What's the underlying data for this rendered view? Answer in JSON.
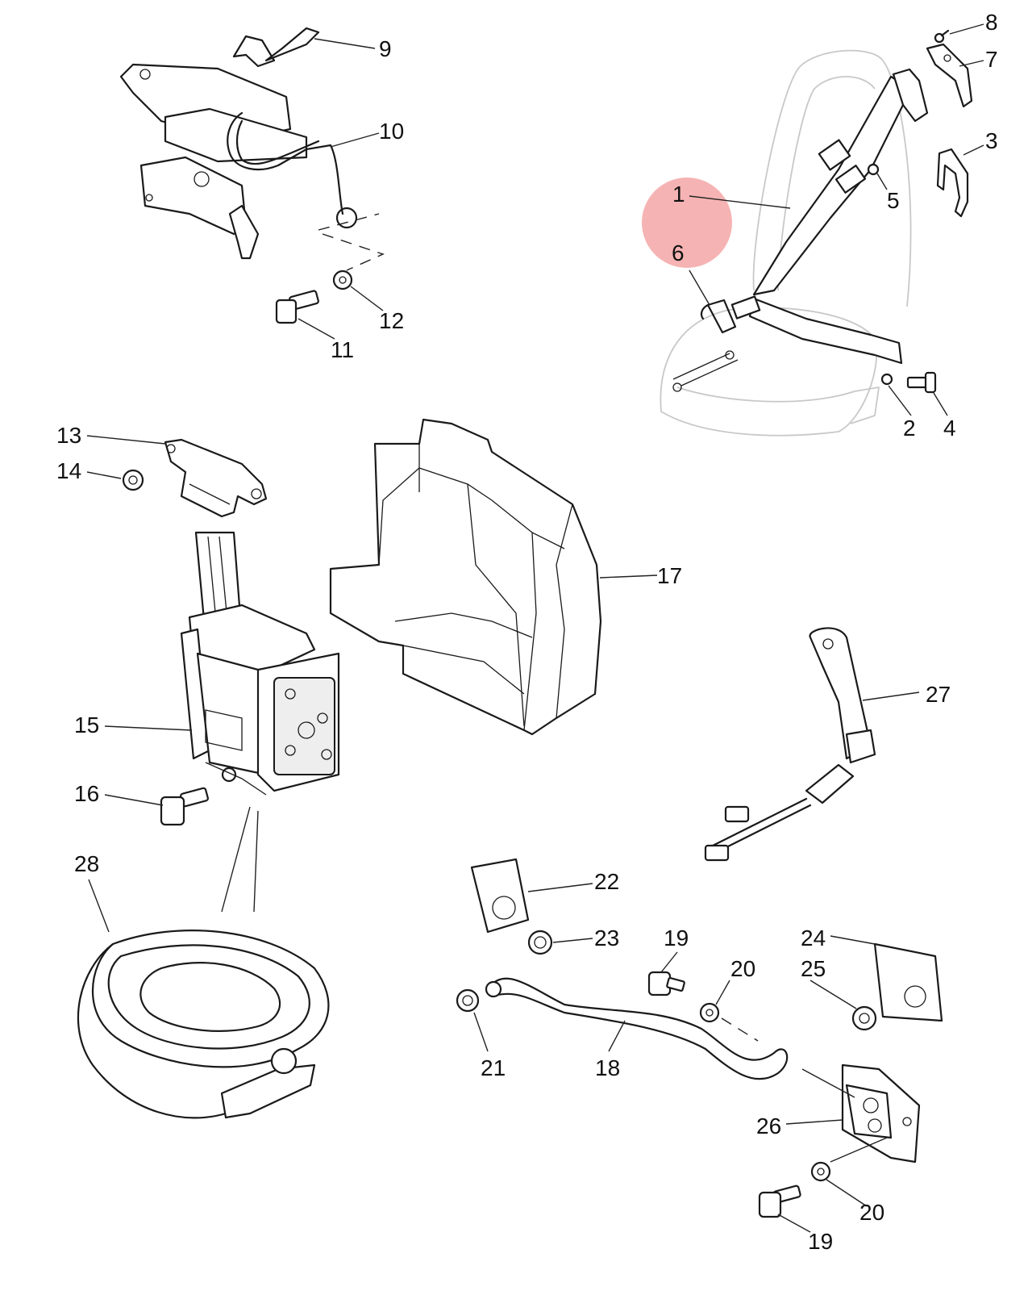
{
  "highlight_color": "#f4a6a6",
  "callouts": [
    {
      "id": "c1",
      "text": "1"
    },
    {
      "id": "c2",
      "text": "2"
    },
    {
      "id": "c3",
      "text": "3"
    },
    {
      "id": "c4",
      "text": "4"
    },
    {
      "id": "c5",
      "text": "5"
    },
    {
      "id": "c6",
      "text": "6"
    },
    {
      "id": "c7",
      "text": "7"
    },
    {
      "id": "c8",
      "text": "8"
    },
    {
      "id": "c9",
      "text": "9"
    },
    {
      "id": "c10",
      "text": "10"
    },
    {
      "id": "c11",
      "text": "11"
    },
    {
      "id": "c12",
      "text": "12"
    },
    {
      "id": "c13",
      "text": "13"
    },
    {
      "id": "c14",
      "text": "14"
    },
    {
      "id": "c15",
      "text": "15"
    },
    {
      "id": "c16",
      "text": "16"
    },
    {
      "id": "c17",
      "text": "17"
    },
    {
      "id": "c18",
      "text": "18"
    },
    {
      "id": "c19a",
      "text": "19"
    },
    {
      "id": "c19b",
      "text": "19"
    },
    {
      "id": "c20a",
      "text": "20"
    },
    {
      "id": "c20b",
      "text": "20"
    },
    {
      "id": "c21",
      "text": "21"
    },
    {
      "id": "c22",
      "text": "22"
    },
    {
      "id": "c23",
      "text": "23"
    },
    {
      "id": "c24",
      "text": "24"
    },
    {
      "id": "c25",
      "text": "25"
    },
    {
      "id": "c26",
      "text": "26"
    },
    {
      "id": "c27",
      "text": "27"
    },
    {
      "id": "c28",
      "text": "28"
    }
  ]
}
